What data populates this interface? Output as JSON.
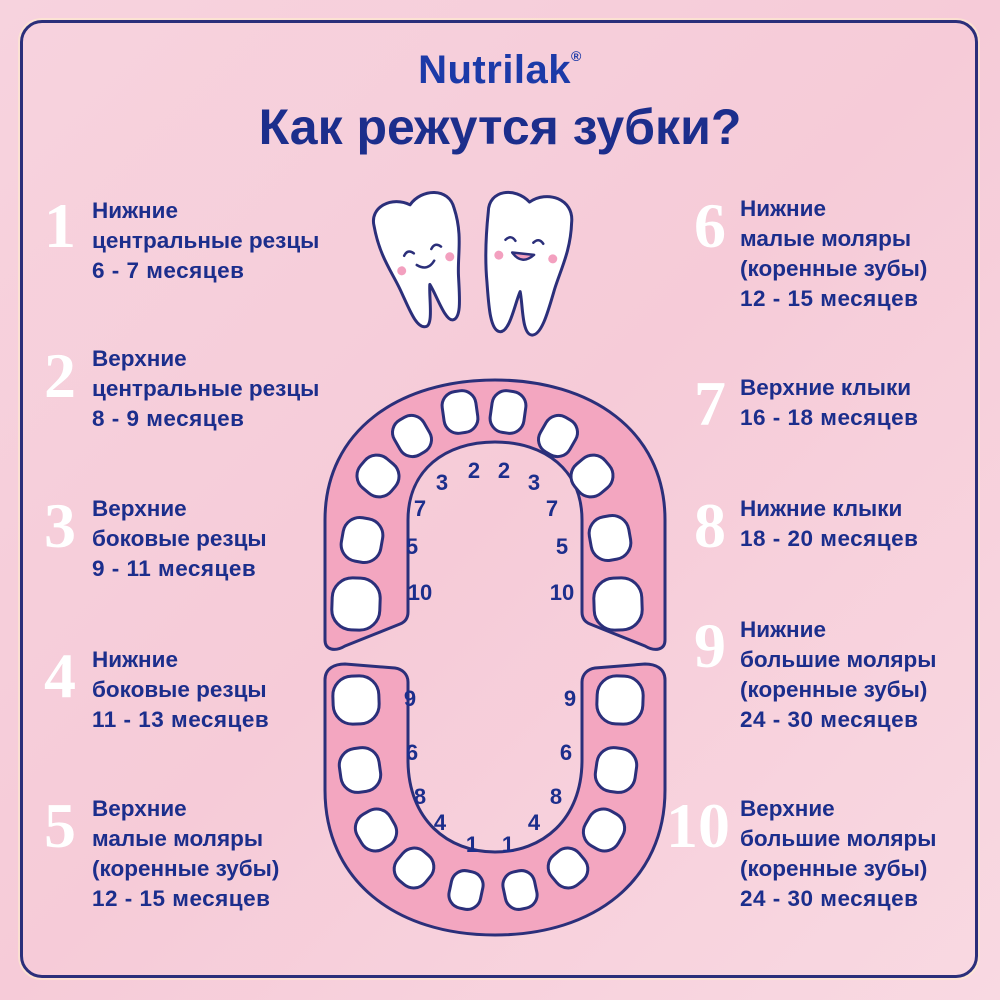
{
  "brand": "Nutrilak",
  "brand_mark": "®",
  "title": "Как режутся зубки?",
  "items": [
    {
      "num": "1",
      "line1": "Нижние",
      "line2": "центральные резцы",
      "line3": "",
      "age": "6 - 7 месяцев"
    },
    {
      "num": "2",
      "line1": "Верхние",
      "line2": "центральные резцы",
      "line3": "",
      "age": "8 - 9 месяцев"
    },
    {
      "num": "3",
      "line1": "Верхние",
      "line2": "боковые резцы",
      "line3": "",
      "age": "9 - 11 месяцев"
    },
    {
      "num": "4",
      "line1": "Нижние",
      "line2": "боковые резцы",
      "line3": "",
      "age": "11 - 13 месяцев"
    },
    {
      "num": "5",
      "line1": "Верхние",
      "line2": "малые моляры",
      "line3": "(коренные зубы)",
      "age": "12 - 15 месяцев"
    },
    {
      "num": "6",
      "line1": "Нижние",
      "line2": "малые моляры",
      "line3": "(коренные зубы)",
      "age": "12 - 15 месяцев"
    },
    {
      "num": "7",
      "line1": "Верхние клыки",
      "line2": "",
      "line3": "",
      "age": "16 - 18 месяцев"
    },
    {
      "num": "8",
      "line1": "Нижние клыки",
      "line2": "",
      "line3": "",
      "age": "18 - 20 месяцев"
    },
    {
      "num": "9",
      "line1": "Нижние",
      "line2": "большие моляры",
      "line3": "(коренные зубы)",
      "age": "24 - 30 месяцев"
    },
    {
      "num": "10",
      "line1": "Верхние",
      "line2": "большие моляры",
      "line3": "(коренные зубы)",
      "age": "24 - 30 месяцев"
    }
  ],
  "upper_jaw_labels": [
    "2",
    "2",
    "3",
    "3",
    "7",
    "7",
    "5",
    "5",
    "10",
    "10"
  ],
  "lower_jaw_labels": [
    "9",
    "9",
    "6",
    "6",
    "8",
    "8",
    "4",
    "4",
    "1",
    "1"
  ],
  "colors": {
    "navy": "#1c2e8c",
    "brand_blue": "#1c3aa8",
    "gum_pink": "#f0a8c2",
    "bg_pink": "#f6cbd8",
    "tooth_white": "#ffffff"
  }
}
